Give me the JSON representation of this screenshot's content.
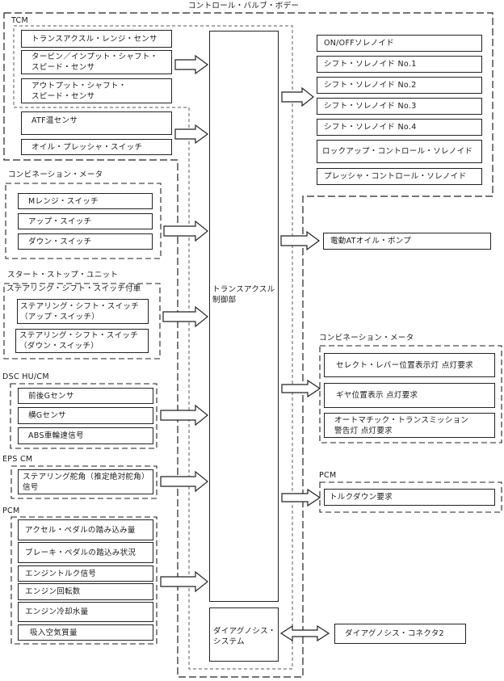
{
  "diagram": {
    "valve_body_label": "コントロール・バルブ・ボデー",
    "tcm_label": "TCM",
    "controller": {
      "main_label": "トランスアクスル\n制御部",
      "diag_label": "ダイアグノシス・\nシステム"
    },
    "inputs": {
      "tcm_sensors": [
        "トランスアクスル・レンジ・センサ",
        "タービン／インプット・シャフト・\nスピード・センサ",
        "アウトプット・シャフト・\nスピード・センサ"
      ],
      "valve_sensors": [
        "ATF温センサ",
        "オイル・プレッシャ・スイッチ"
      ],
      "combination_meter": {
        "label": "コンビネーション・メータ",
        "items": [
          "Mレンジ・スイッチ",
          "アップ・スイッチ",
          "ダウン・スイッチ"
        ]
      },
      "start_stop_unit": {
        "label": "スタート・ストップ・ユニット",
        "sublabel": "ステアリング・シフト・スイッチ付車",
        "items": [
          "ステアリング・シフト・スイッチ\n（アップ・スイッチ）",
          "ステアリング・シフト・スイッチ\n（ダウン・スイッチ）"
        ]
      },
      "dsc": {
        "label": "DSC HU/CM",
        "items": [
          "前後Gセンサ",
          "横Gセンサ",
          "ABS車輪速信号"
        ]
      },
      "eps": {
        "label": "EPS CM",
        "items": [
          "ステアリング舵角（推定絶対舵角）\n信号"
        ]
      },
      "pcm": {
        "label": "PCM",
        "items": [
          "アクセル・ペダルの踏み込み量",
          "ブレーキ・ペダルの踏込み状況",
          "エンジントルク信号",
          "エンジン回転数",
          "エンジン冷却水量",
          "吸入空気質量"
        ]
      }
    },
    "outputs": {
      "solenoids": [
        "ON/OFFソレノイド",
        "シフト・ソレノイド No.1",
        "シフト・ソレノイド No.2",
        "シフト・ソレノイド No.3",
        "シフト・ソレノイド No.4",
        "ロックアップ・コントロール・ソレノイド",
        "プレッシャ・コントロール・ソレノイド"
      ],
      "oil_pump": "電動ATオイル・ポンプ",
      "combination_meter": {
        "label": "コンビネーション・メータ",
        "items": [
          "セレクト・レバー位置表示灯 点灯要求",
          "ギヤ位置表示 点灯要求",
          "オートマチック・トランスミッション\n警告灯 点灯要求"
        ]
      },
      "pcm": {
        "label": "PCM",
        "items": [
          "トルクダウン要求"
        ]
      },
      "diag_connector": "ダイアグノシス・コネクタ2"
    }
  }
}
